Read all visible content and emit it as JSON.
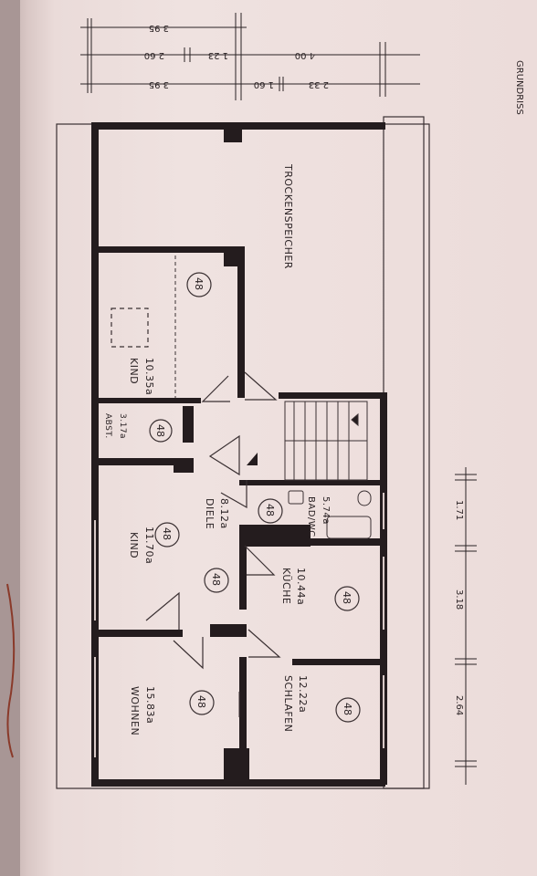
{
  "rooms": {
    "trockenspeicher": {
      "name": "TROCKENSPEICHER"
    },
    "kind_top": {
      "name": "KIND",
      "area": "10.35a",
      "marker": "48"
    },
    "abst": {
      "name": "ABST.",
      "area": "3.17a",
      "marker": "48"
    },
    "kind_mid": {
      "name": "KIND",
      "area": "11.70a",
      "marker": "48"
    },
    "diele": {
      "name": "DIELE",
      "area": "8.12a",
      "marker": "48"
    },
    "wohnen": {
      "name": "WOHNEN",
      "area": "15.83a",
      "marker": "48"
    },
    "bad": {
      "name": "BAD/WC",
      "area": "5.74a",
      "marker": "48"
    },
    "kueche": {
      "name": "KÜCHE",
      "area": "10.44a",
      "marker": "48"
    },
    "schlafen": {
      "name": "SCHLAFEN",
      "area": "12.22a",
      "marker": "48"
    }
  },
  "dimensions_top": {
    "row1": [
      "3 95"
    ],
    "row2": [
      "4 00",
      "1 23",
      "2 60"
    ],
    "row3": [
      "2 33",
      "1 60",
      "3 95"
    ]
  },
  "dimensions_right": [
    "1.71",
    "3.18",
    "2.64"
  ],
  "corner_text": "GRUNDRISS"
}
